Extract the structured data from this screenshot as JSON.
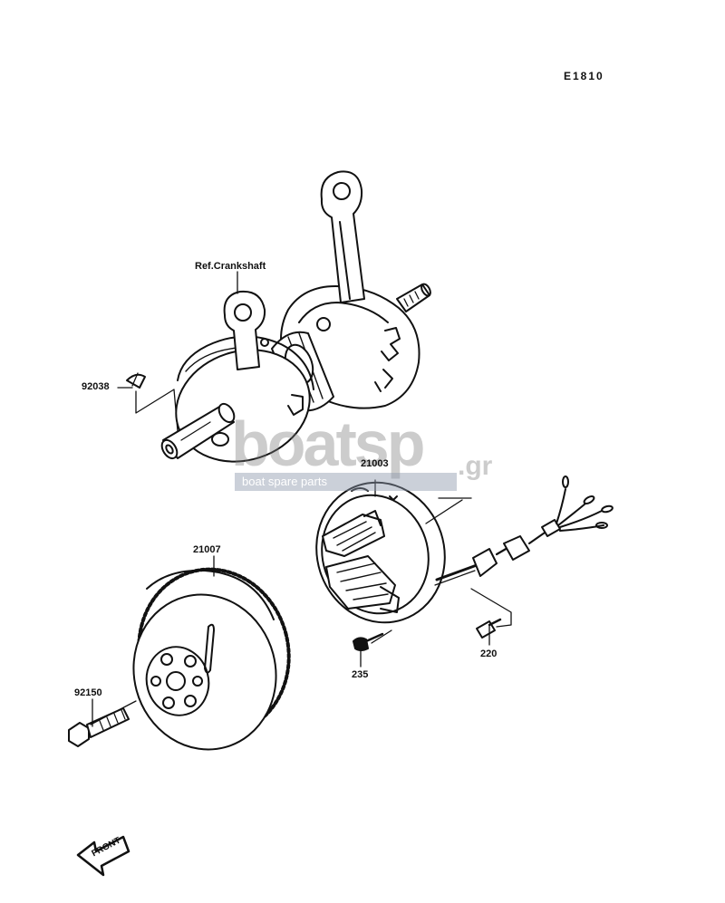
{
  "diagram_code": "E1810",
  "labels": {
    "ref_crankshaft": "Ref.Crankshaft",
    "p92038": "92038",
    "p21003": "21003",
    "p21007": "21007",
    "p92150": "92150",
    "p220": "220",
    "p235": "235"
  },
  "front_marker": "FRONT",
  "watermark": {
    "brand": "boatsp",
    "suffix": ".gr",
    "tagline": "boat spare parts"
  }
}
